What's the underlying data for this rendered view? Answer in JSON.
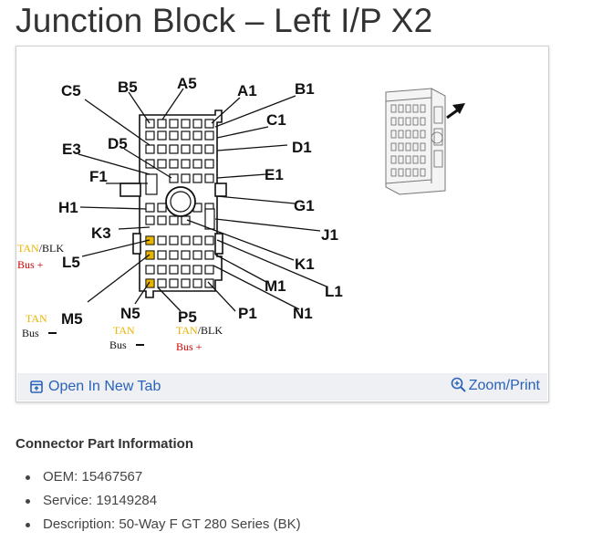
{
  "page": {
    "title": "Junction Block – Left I/P X2"
  },
  "diagram": {
    "pin_labels": {
      "C5": "C5",
      "B5": "B5",
      "A5": "A5",
      "A1": "A1",
      "B1": "B1",
      "C1": "C1",
      "E3": "E3",
      "D5": "D5",
      "D1": "D1",
      "F1": "F1",
      "E1": "E1",
      "H1": "H1",
      "G1": "G1",
      "K3": "K3",
      "J1": "J1",
      "L5": "L5",
      "K1": "K1",
      "M1": "M1",
      "L1": "L1",
      "M5": "M5",
      "N5": "N5",
      "P5": "P5",
      "P1": "P1",
      "N1": "N1"
    },
    "wire_notes": {
      "l5_color_a": "TAN",
      "l5_color_sep": "/",
      "l5_color_b": "BLK",
      "l5_bus": "Bus +",
      "m5_color": "TAN",
      "m5_bus": "Bus",
      "n5_color": "TAN",
      "n5_bus": "Bus",
      "p5_color_a": "TAN",
      "p5_color_sep": "/",
      "p5_color_b": "BLK",
      "p5_bus": "Bus +"
    },
    "colors": {
      "tan": "#e8b400",
      "bus_plus": "#cc0000",
      "link": "#2a62b8"
    }
  },
  "card_footer": {
    "open_label": "Open In New Tab",
    "zoom_label": "Zoom/Print"
  },
  "connector_info": {
    "heading": "Connector Part Information",
    "items": [
      "OEM: 15467567",
      "Service: 19149284",
      "Description: 50-Way F GT 280 Series (BK)"
    ]
  }
}
